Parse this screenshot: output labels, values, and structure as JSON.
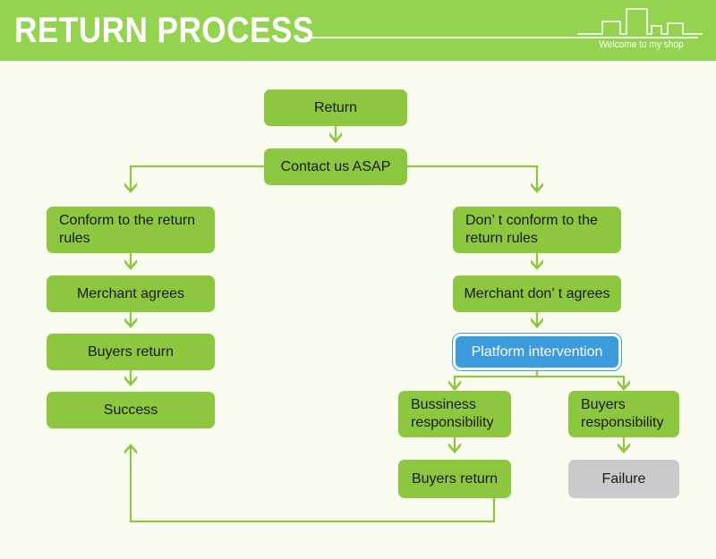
{
  "header": {
    "title": "RETURN PROCESS",
    "tagline": "Welcome to my shop",
    "banner_color": "#93d350",
    "title_color": "#ffffff",
    "skyline_icon": "city-skyline-outline"
  },
  "canvas": {
    "background_color": "#fafcef",
    "node_green": "#8dc63f",
    "node_gray": "#c9cacb",
    "node_blue": "#3c9bdc",
    "connector_color": "#8dc63f",
    "text_color": "#1a1a1a"
  },
  "flowchart": {
    "title": "RETURN PROCESS",
    "type": "flowchart",
    "nodes": [
      {
        "id": "return",
        "label": "Return",
        "color": "green",
        "align": "center"
      },
      {
        "id": "contact",
        "label": "Contact us ASAP",
        "color": "green",
        "align": "center"
      },
      {
        "id": "conform",
        "label": "Conform to the return rules",
        "color": "green",
        "align": "left"
      },
      {
        "id": "merchant-agrees",
        "label": "Merchant agrees",
        "color": "green",
        "align": "center"
      },
      {
        "id": "buyers-return-l",
        "label": "Buyers return",
        "color": "green",
        "align": "center"
      },
      {
        "id": "success",
        "label": "Success",
        "color": "green",
        "align": "center"
      },
      {
        "id": "not-conform",
        "label": "Don’ t conform to the return rules",
        "color": "green",
        "align": "left"
      },
      {
        "id": "merchant-refuses",
        "label": "Merchant don’ t agrees",
        "color": "green",
        "align": "center"
      },
      {
        "id": "platform",
        "label": "Platform intervention",
        "color": "blue",
        "align": "center"
      },
      {
        "id": "business-resp",
        "label": "Bussiness responsibility",
        "color": "green",
        "align": "left"
      },
      {
        "id": "buyers-resp",
        "label": "Buyers responsibility",
        "color": "green",
        "align": "left"
      },
      {
        "id": "buyers-return-r",
        "label": "Buyers return",
        "color": "green",
        "align": "center"
      },
      {
        "id": "failure",
        "label": "Failure",
        "color": "gray",
        "align": "center"
      }
    ],
    "edges": [
      {
        "from": "return",
        "to": "contact"
      },
      {
        "from": "contact",
        "to": "conform"
      },
      {
        "from": "contact",
        "to": "not-conform"
      },
      {
        "from": "conform",
        "to": "merchant-agrees"
      },
      {
        "from": "merchant-agrees",
        "to": "buyers-return-l"
      },
      {
        "from": "buyers-return-l",
        "to": "success"
      },
      {
        "from": "not-conform",
        "to": "merchant-refuses"
      },
      {
        "from": "merchant-refuses",
        "to": "platform"
      },
      {
        "from": "platform",
        "to": "business-resp"
      },
      {
        "from": "platform",
        "to": "buyers-resp"
      },
      {
        "from": "business-resp",
        "to": "buyers-return-r"
      },
      {
        "from": "buyers-resp",
        "to": "failure"
      },
      {
        "from": "buyers-return-r",
        "to": "success"
      }
    ]
  }
}
